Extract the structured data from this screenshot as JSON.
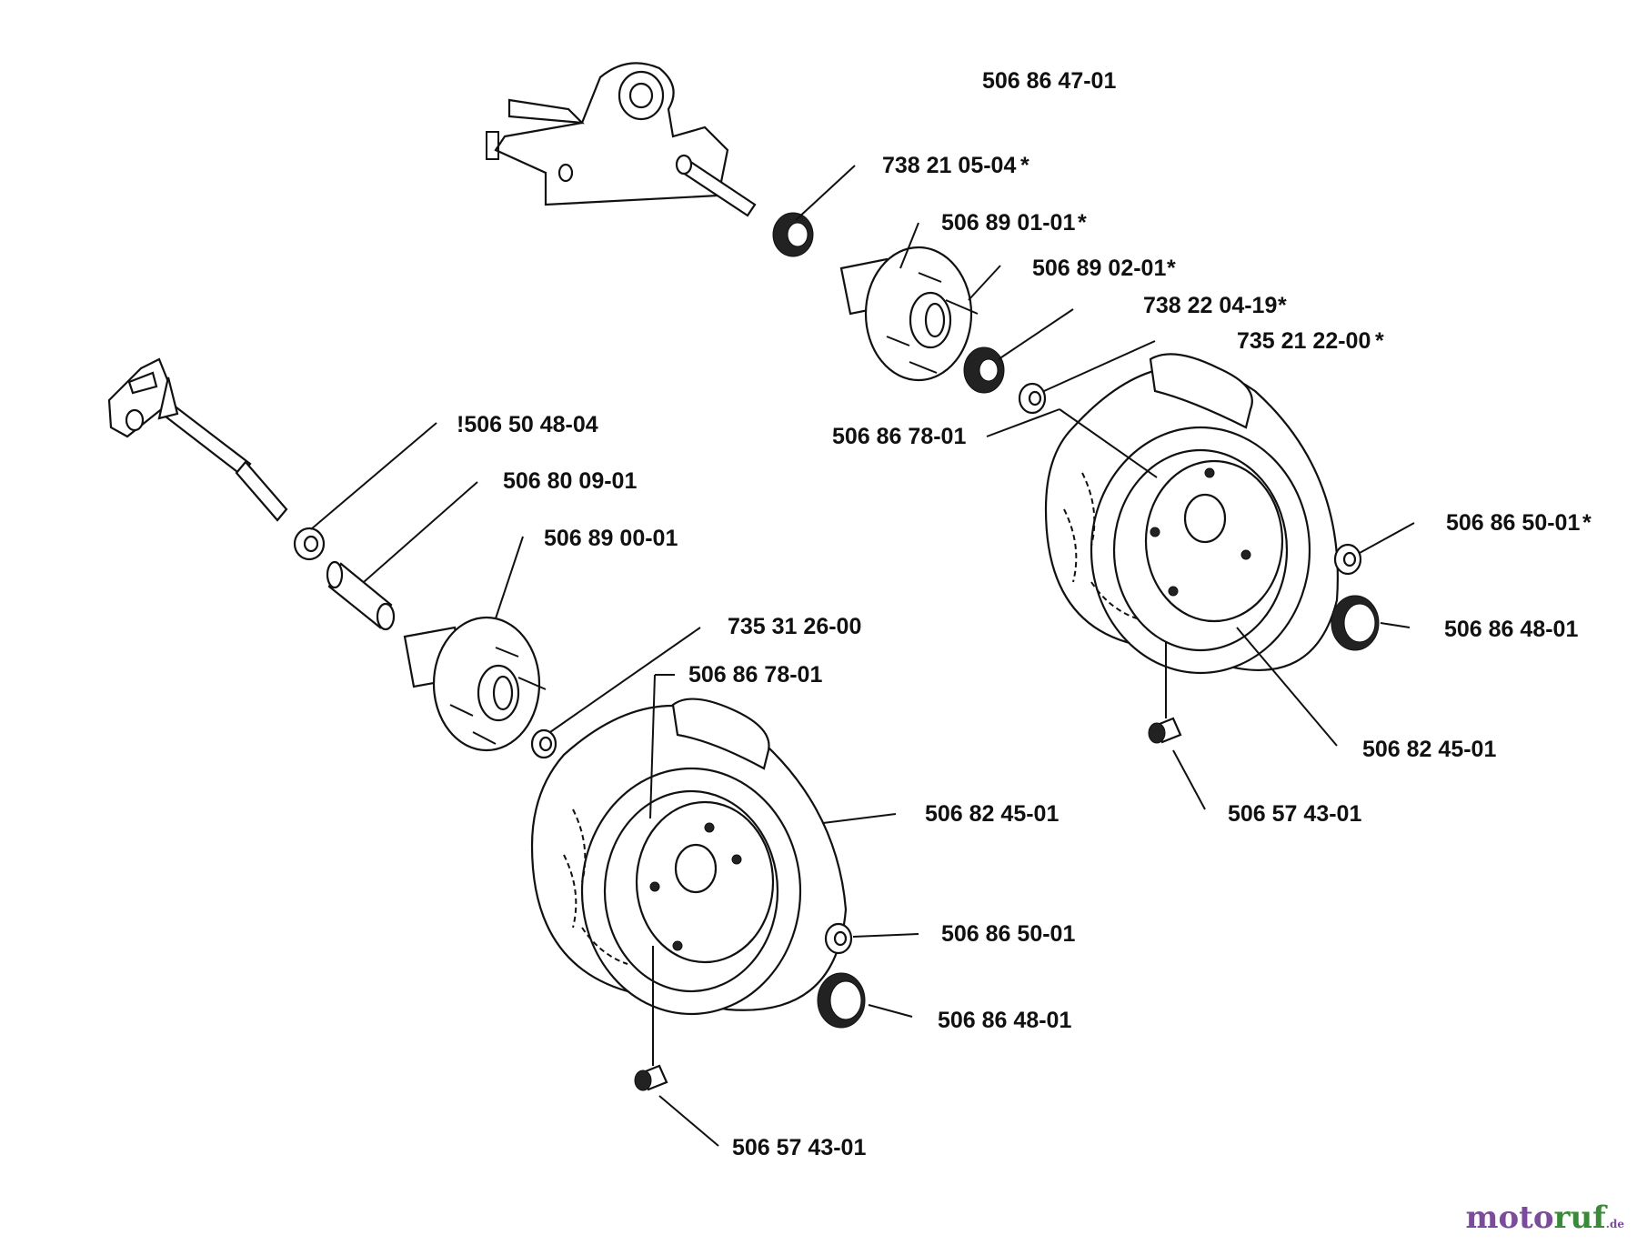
{
  "labels": {
    "l01": "506 86 47-01",
    "l02": "738 21 05-04",
    "l03": "506 89 01-01",
    "l04": "506 89 02-01",
    "l05": "738 22 04-19",
    "l06": "735 21 22-00",
    "l07": "506 86 78-01",
    "l08": "506 86 50-01",
    "l09": "506 86 48-01",
    "l10": "506 82 45-01",
    "l11": "506 57 43-01",
    "l12": "!506 50 48-04",
    "l13": "506 80 09-01",
    "l14": "506 89 00-01",
    "l15": "735 31 26-00",
    "l16": "506 86 78-01",
    "l17": "506 82 45-01",
    "l18": "506 86 50-01",
    "l19": "506 86 48-01",
    "l20": "506 57 43-01"
  },
  "asterisk": "*",
  "watermark": {
    "part1": "moto",
    "part2": "ruf",
    "suffix": ".de"
  }
}
